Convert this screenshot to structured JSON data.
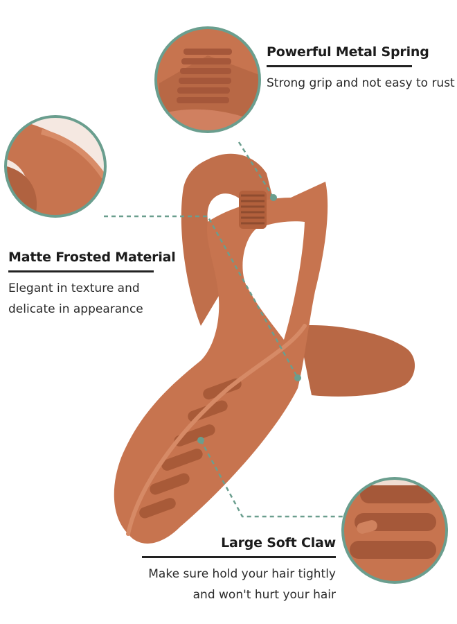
{
  "colors": {
    "clip": "#c7744f",
    "clip_dark": "#9e5535",
    "clip_light": "#d68a66",
    "accent": "#6a9e8e",
    "text": "#222222"
  },
  "features": {
    "spring": {
      "title": "Powerful Metal Spring",
      "desc": [
        "Strong grip and not easy to rust"
      ]
    },
    "matte": {
      "title": "Matte Frosted Material",
      "desc": [
        "Elegant in texture and",
        "delicate in appearance"
      ]
    },
    "claw": {
      "title": "Large Soft Claw",
      "desc": [
        "Make sure hold your hair tightly",
        "and won't  hurt your hair"
      ]
    }
  }
}
